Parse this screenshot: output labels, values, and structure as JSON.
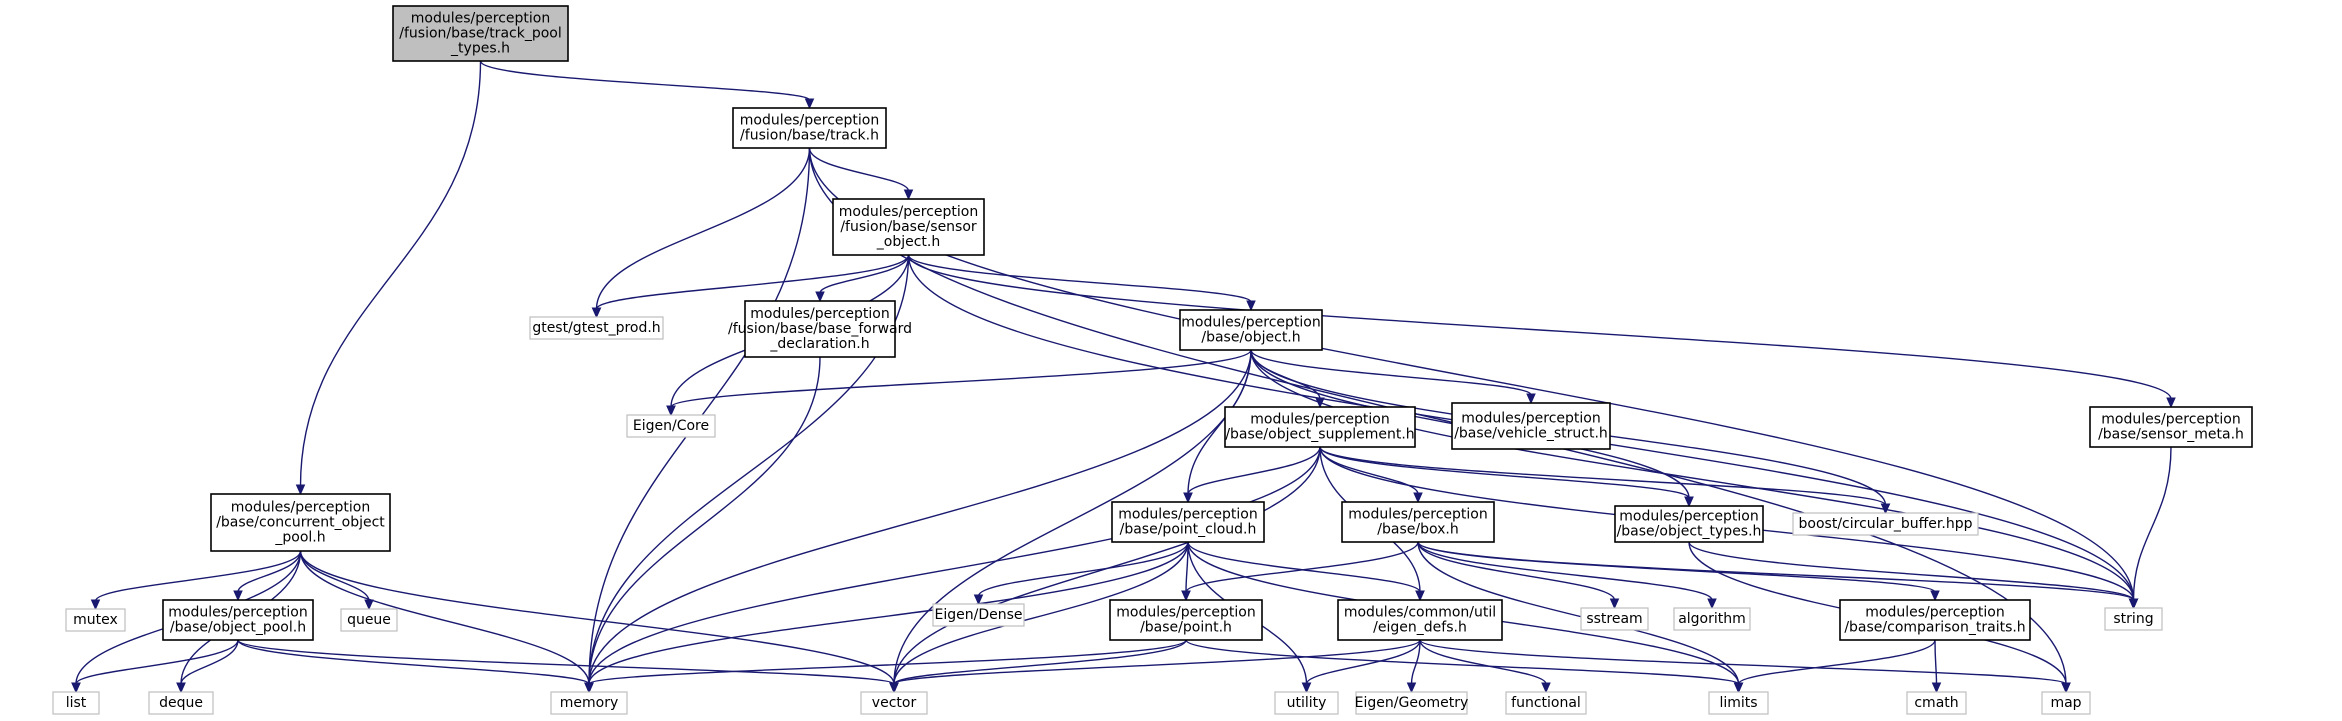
{
  "nodes": [
    {
      "id": "root",
      "lines": [
        "modules/perception",
        "/fusion/base/track_pool",
        "_types.h"
      ],
      "kind": "root"
    },
    {
      "id": "track",
      "lines": [
        "modules/perception",
        "/fusion/base/track.h"
      ],
      "kind": "internal"
    },
    {
      "id": "concurrent",
      "lines": [
        "modules/perception",
        "/base/concurrent_object",
        "_pool.h"
      ],
      "kind": "internal"
    },
    {
      "id": "sensor_object",
      "lines": [
        "modules/perception",
        "/fusion/base/sensor",
        "_object.h"
      ],
      "kind": "internal"
    },
    {
      "id": "gtest",
      "lines": [
        "gtest/gtest_prod.h"
      ],
      "kind": "external"
    },
    {
      "id": "base_fwd",
      "lines": [
        "modules/perception",
        "/fusion/base/base_forward",
        "_declaration.h"
      ],
      "kind": "internal"
    },
    {
      "id": "object",
      "lines": [
        "modules/perception",
        "/base/object.h"
      ],
      "kind": "internal"
    },
    {
      "id": "eigen_core",
      "lines": [
        "Eigen/Core"
      ],
      "kind": "external"
    },
    {
      "id": "object_supplement",
      "lines": [
        "modules/perception",
        "/base/object_supplement.h"
      ],
      "kind": "internal"
    },
    {
      "id": "vehicle_struct",
      "lines": [
        "modules/perception",
        "/base/vehicle_struct.h"
      ],
      "kind": "internal"
    },
    {
      "id": "sensor_meta",
      "lines": [
        "modules/perception",
        "/base/sensor_meta.h"
      ],
      "kind": "internal"
    },
    {
      "id": "point_cloud",
      "lines": [
        "modules/perception",
        "/base/point_cloud.h"
      ],
      "kind": "internal"
    },
    {
      "id": "box",
      "lines": [
        "modules/perception",
        "/base/box.h"
      ],
      "kind": "internal"
    },
    {
      "id": "object_types",
      "lines": [
        "modules/perception",
        "/base/object_types.h"
      ],
      "kind": "internal"
    },
    {
      "id": "boost_cb",
      "lines": [
        "boost/circular_buffer.hpp"
      ],
      "kind": "external"
    },
    {
      "id": "object_pool",
      "lines": [
        "modules/perception",
        "/base/object_pool.h"
      ],
      "kind": "internal"
    },
    {
      "id": "mutex",
      "lines": [
        "mutex"
      ],
      "kind": "external"
    },
    {
      "id": "queue",
      "lines": [
        "queue"
      ],
      "kind": "external"
    },
    {
      "id": "eigen_dense",
      "lines": [
        "Eigen/Dense"
      ],
      "kind": "external"
    },
    {
      "id": "point",
      "lines": [
        "modules/perception",
        "/base/point.h"
      ],
      "kind": "internal"
    },
    {
      "id": "eigen_defs",
      "lines": [
        "modules/common/util",
        "/eigen_defs.h"
      ],
      "kind": "internal"
    },
    {
      "id": "sstream",
      "lines": [
        "sstream"
      ],
      "kind": "external"
    },
    {
      "id": "algorithm",
      "lines": [
        "algorithm"
      ],
      "kind": "external"
    },
    {
      "id": "comparison_traits",
      "lines": [
        "modules/perception",
        "/base/comparison_traits.h"
      ],
      "kind": "internal"
    },
    {
      "id": "string",
      "lines": [
        "string"
      ],
      "kind": "external"
    },
    {
      "id": "list",
      "lines": [
        "list"
      ],
      "kind": "external"
    },
    {
      "id": "deque",
      "lines": [
        "deque"
      ],
      "kind": "external"
    },
    {
      "id": "memory",
      "lines": [
        "memory"
      ],
      "kind": "external"
    },
    {
      "id": "vector",
      "lines": [
        "vector"
      ],
      "kind": "external"
    },
    {
      "id": "utility",
      "lines": [
        "utility"
      ],
      "kind": "external"
    },
    {
      "id": "eigen_geometry",
      "lines": [
        "Eigen/Geometry"
      ],
      "kind": "external"
    },
    {
      "id": "functional",
      "lines": [
        "functional"
      ],
      "kind": "external"
    },
    {
      "id": "limits",
      "lines": [
        "limits"
      ],
      "kind": "external"
    },
    {
      "id": "cmath",
      "lines": [
        "cmath"
      ],
      "kind": "external"
    },
    {
      "id": "map",
      "lines": [
        "map"
      ],
      "kind": "external"
    }
  ],
  "edges": [
    [
      "root",
      "track"
    ],
    [
      "root",
      "concurrent"
    ],
    [
      "track",
      "sensor_object"
    ],
    [
      "track",
      "gtest"
    ],
    [
      "track",
      "memory"
    ],
    [
      "track",
      "string"
    ],
    [
      "track",
      "map"
    ],
    [
      "sensor_object",
      "gtest"
    ],
    [
      "sensor_object",
      "base_fwd"
    ],
    [
      "sensor_object",
      "object"
    ],
    [
      "sensor_object",
      "eigen_core"
    ],
    [
      "sensor_object",
      "sensor_meta"
    ],
    [
      "sensor_object",
      "memory"
    ],
    [
      "sensor_object",
      "string"
    ],
    [
      "base_fwd",
      "memory"
    ],
    [
      "object",
      "eigen_core"
    ],
    [
      "object",
      "object_supplement"
    ],
    [
      "object",
      "vehicle_struct"
    ],
    [
      "object",
      "point_cloud"
    ],
    [
      "object",
      "object_types"
    ],
    [
      "object",
      "boost_cb"
    ],
    [
      "object",
      "memory"
    ],
    [
      "object",
      "vector"
    ],
    [
      "object",
      "string"
    ],
    [
      "object_supplement",
      "point_cloud"
    ],
    [
      "object_supplement",
      "box"
    ],
    [
      "object_supplement",
      "object_types"
    ],
    [
      "object_supplement",
      "boost_cb"
    ],
    [
      "object_supplement",
      "eigen_defs"
    ],
    [
      "object_supplement",
      "memory"
    ],
    [
      "object_supplement",
      "vector"
    ],
    [
      "object_supplement",
      "string"
    ],
    [
      "sensor_meta",
      "string"
    ],
    [
      "point_cloud",
      "eigen_dense"
    ],
    [
      "point_cloud",
      "point"
    ],
    [
      "point_cloud",
      "eigen_defs"
    ],
    [
      "point_cloud",
      "memory"
    ],
    [
      "point_cloud",
      "vector"
    ],
    [
      "point_cloud",
      "utility"
    ],
    [
      "point_cloud",
      "limits"
    ],
    [
      "box",
      "point"
    ],
    [
      "box",
      "sstream"
    ],
    [
      "box",
      "algorithm"
    ],
    [
      "box",
      "comparison_traits"
    ],
    [
      "box",
      "string"
    ],
    [
      "box",
      "limits"
    ],
    [
      "object_types",
      "string"
    ],
    [
      "object_types",
      "map"
    ],
    [
      "point",
      "memory"
    ],
    [
      "point",
      "vector"
    ],
    [
      "point",
      "limits"
    ],
    [
      "eigen_defs",
      "utility"
    ],
    [
      "eigen_defs",
      "eigen_geometry"
    ],
    [
      "eigen_defs",
      "functional"
    ],
    [
      "eigen_defs",
      "vector"
    ],
    [
      "eigen_defs",
      "map"
    ],
    [
      "comparison_traits",
      "cmath"
    ],
    [
      "comparison_traits",
      "limits"
    ],
    [
      "concurrent",
      "mutex"
    ],
    [
      "concurrent",
      "queue"
    ],
    [
      "concurrent",
      "object_pool"
    ],
    [
      "concurrent",
      "list"
    ],
    [
      "concurrent",
      "deque"
    ],
    [
      "concurrent",
      "memory"
    ],
    [
      "concurrent",
      "vector"
    ],
    [
      "object_pool",
      "list"
    ],
    [
      "object_pool",
      "deque"
    ],
    [
      "object_pool",
      "memory"
    ],
    [
      "object_pool",
      "vector"
    ]
  ],
  "colors": {
    "edge": "#191970",
    "root_fill": "#bfbfbf",
    "external_border": "#bfbfbf"
  }
}
